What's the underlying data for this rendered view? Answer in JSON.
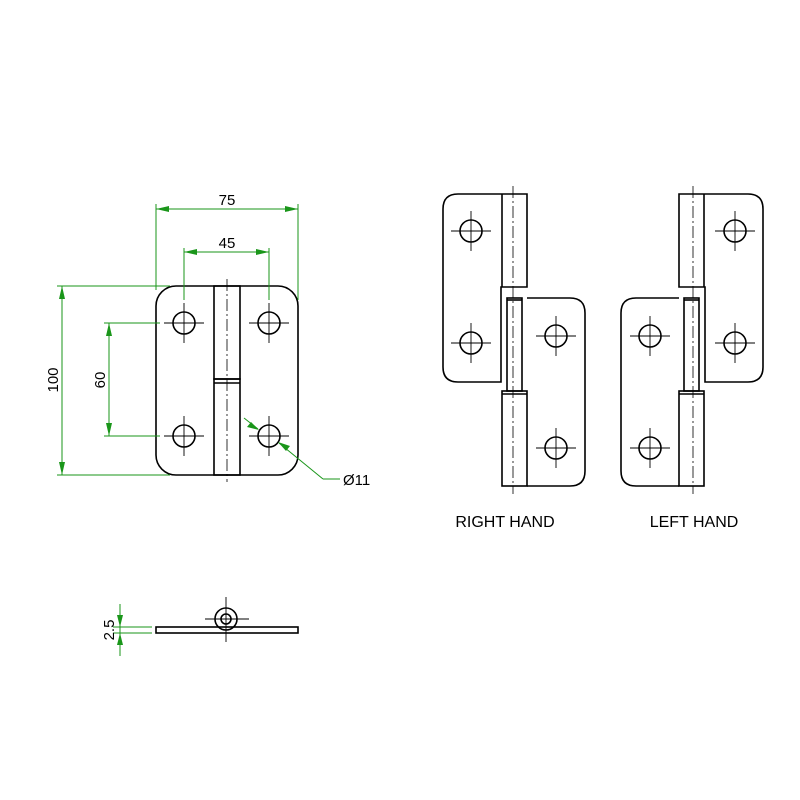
{
  "drawing": {
    "front_view": {
      "dimensions": {
        "overall_width": "75",
        "hole_spacing_horizontal": "45",
        "overall_height": "100",
        "hole_spacing_vertical": "60",
        "hole_diameter": "Ø11"
      }
    },
    "side_view": {
      "dimensions": {
        "thickness": "2.5"
      }
    },
    "variants": {
      "right_hand_label": "RIGHT HAND",
      "left_hand_label": "LEFT HAND"
    },
    "colors": {
      "outline": "#000000",
      "dimension": "#1a961a"
    }
  }
}
